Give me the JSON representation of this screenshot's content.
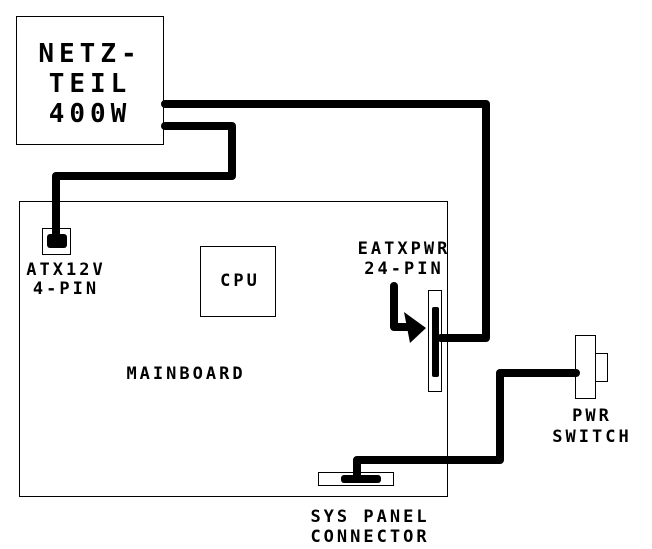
{
  "psu": {
    "line1": "NETZ-",
    "line2": "TEIL",
    "line3": "400W"
  },
  "atx12v": {
    "line1": "ATX12V",
    "line2": "4-PIN"
  },
  "cpu": {
    "label": "CPU"
  },
  "eatxpwr": {
    "line1": "EATXPWR",
    "line2": "24-PIN"
  },
  "mainboard": {
    "label": "MAINBOARD"
  },
  "pwr_switch": {
    "line1": "PWR",
    "line2": "SWITCH"
  },
  "sys_panel": {
    "line1": "SYS PANEL",
    "line2": "CONNECTOR"
  },
  "colors": {
    "line": "#000000",
    "background": "#ffffff"
  }
}
